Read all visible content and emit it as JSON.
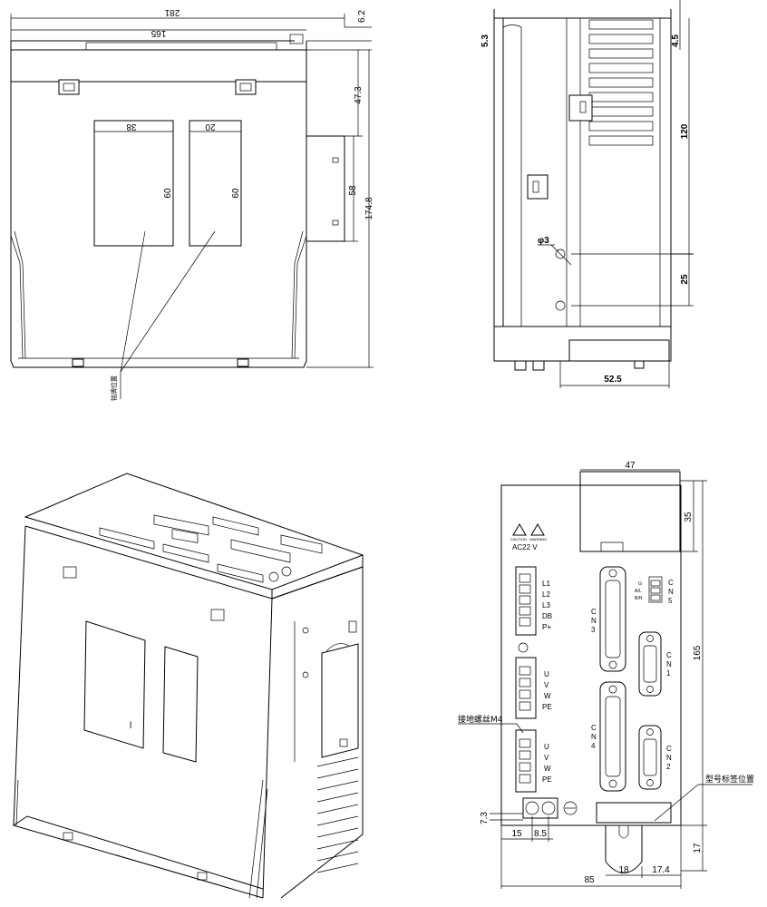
{
  "top_left_view": {
    "dims": {
      "overall_width": "281",
      "inner_width": "165",
      "top_offset": "6.2",
      "height_a": "47.3",
      "height_b": "58",
      "height_total": "174.8",
      "win1_width": "38",
      "win2_width": "20",
      "win_height_1": "60",
      "win_height_2": "60"
    },
    "note": "铭牌位置"
  },
  "side_view": {
    "dims": {
      "top_a": "5.3",
      "top_b": "4.5",
      "height": "120",
      "hole_dia": "φ3",
      "hole_gap": "25",
      "bottom_width": "52.5"
    }
  },
  "front_view": {
    "dims": {
      "top_box_width": "47",
      "top_box_height": "35",
      "total_height": "165",
      "bottom_height": "17",
      "left_offset": "15",
      "screw_gap": "8.5",
      "small_h": "7.3",
      "bottom_a": "18",
      "bottom_b": "17.4",
      "total_width": "85"
    },
    "warnings": {
      "caution": "CAUTION",
      "warning": "WARNING"
    },
    "power_label": "AC22  V",
    "terminal_power": [
      "L1",
      "L2",
      "L3",
      "DB",
      "P+"
    ],
    "terminal_motor1": [
      "U",
      "V",
      "W",
      "PE"
    ],
    "terminal_motor2": [
      "U",
      "V",
      "W",
      "PE"
    ],
    "cn3": [
      "C",
      "N",
      "3"
    ],
    "cn4": [
      "C",
      "N",
      "4"
    ],
    "cn1": [
      "C",
      "N",
      "1"
    ],
    "cn2": [
      "C",
      "N",
      "2"
    ],
    "cn5": [
      "C",
      "N",
      "5"
    ],
    "cn5_pins": [
      "G",
      "A/L",
      "B/H"
    ],
    "ground_note": "接地螺丝M4",
    "model_label_note": "型号标签位置"
  },
  "iso_view": {
    "mark": "l"
  }
}
